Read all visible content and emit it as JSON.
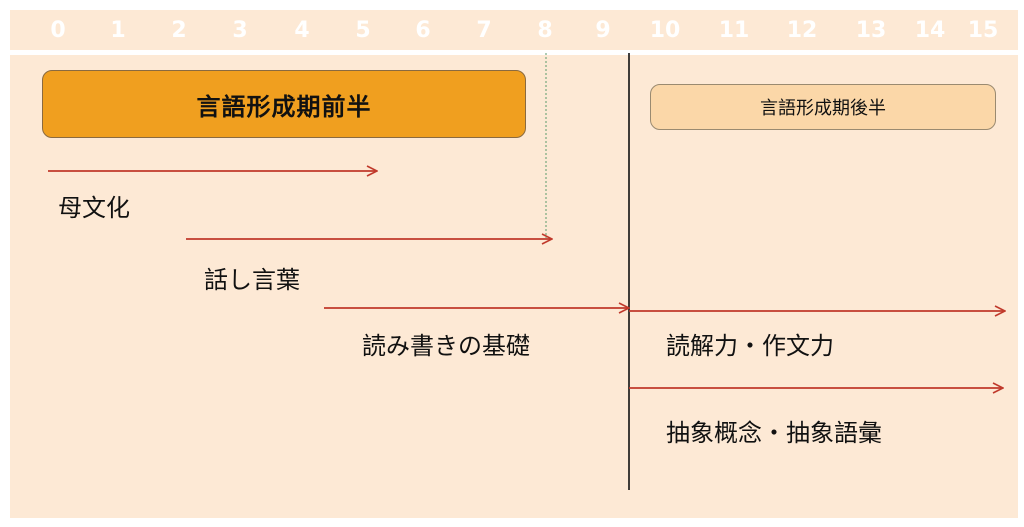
{
  "ruler": {
    "ticks": [
      "0",
      "1",
      "2",
      "3",
      "4",
      "5",
      "6",
      "7",
      "8",
      "9",
      "10",
      "11",
      "12",
      "13",
      "14",
      "15"
    ]
  },
  "phases": {
    "early_label": "言語形成期前半",
    "late_label": "言語形成期後半"
  },
  "stages": [
    {
      "label": "母文化"
    },
    {
      "label": "話し言葉"
    },
    {
      "label": "読み書きの基礎"
    },
    {
      "label": "読解力・作文力"
    },
    {
      "label": "抽象概念・抽象語彙"
    }
  ],
  "colors": {
    "background": "#fde9d5",
    "ruler_text": "#ffffff",
    "early_phase": "#f09f1f",
    "late_phase": "#fbd7a8",
    "arrow": "#c0392b",
    "divider": "#111111",
    "dotted_marker": "#5a9a6a"
  }
}
